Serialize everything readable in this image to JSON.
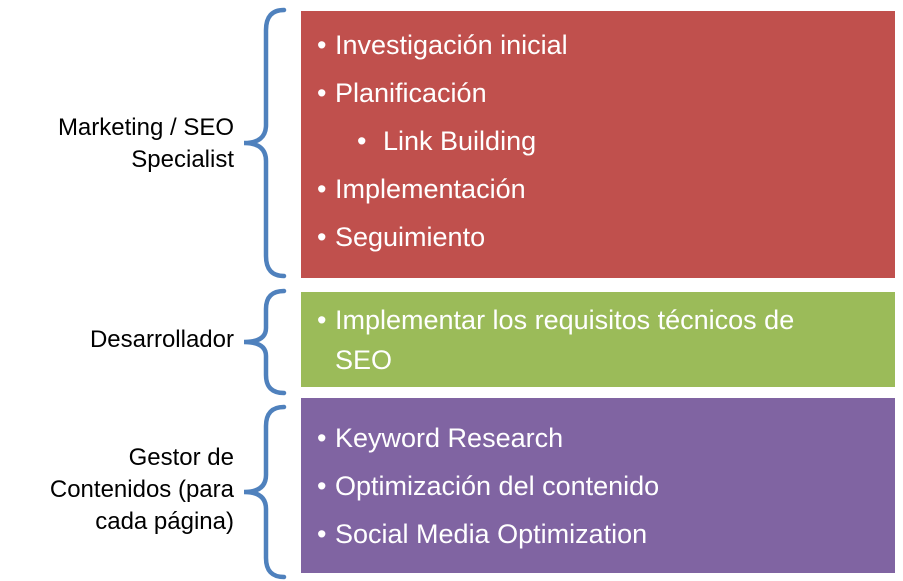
{
  "diagram": {
    "background": "#FFFFFF",
    "rows": [
      {
        "role": "Marketing / SEO Specialist",
        "label_lines": [
          "Marketing / SEO",
          "Specialist"
        ],
        "box_color": "#C0504D",
        "bullets": [
          {
            "text": "Investigación inicial",
            "level": 1
          },
          {
            "text": "Planificación",
            "level": 1
          },
          {
            "text": "Link Building",
            "level": 2
          },
          {
            "text": "Implementación",
            "level": 1
          },
          {
            "text": "Seguimiento",
            "level": 1
          }
        ]
      },
      {
        "role": "Desarrollador",
        "label_lines": [
          "Desarrollador"
        ],
        "box_color": "#9BBB59",
        "bullets": [
          {
            "text": "Implementar los requisitos técnicos de SEO",
            "level": 1
          }
        ]
      },
      {
        "role": "Gestor de Contenidos (para cada página)",
        "label_lines": [
          "Gestor de",
          "Contenidos (para",
          "cada página)"
        ],
        "box_color": "#8064A2",
        "bullets": [
          {
            "text": "Keyword Research",
            "level": 1
          },
          {
            "text": "Optimización del contenido",
            "level": 1
          },
          {
            "text": "Social Media Optimization",
            "level": 1
          }
        ]
      }
    ],
    "colors": {
      "brace": "#4F81BD",
      "box_red": "#C0504D",
      "box_green": "#9BBB59",
      "box_purple": "#8064A2",
      "box_text": "#FFFFFF",
      "label_text": "#000000"
    }
  }
}
